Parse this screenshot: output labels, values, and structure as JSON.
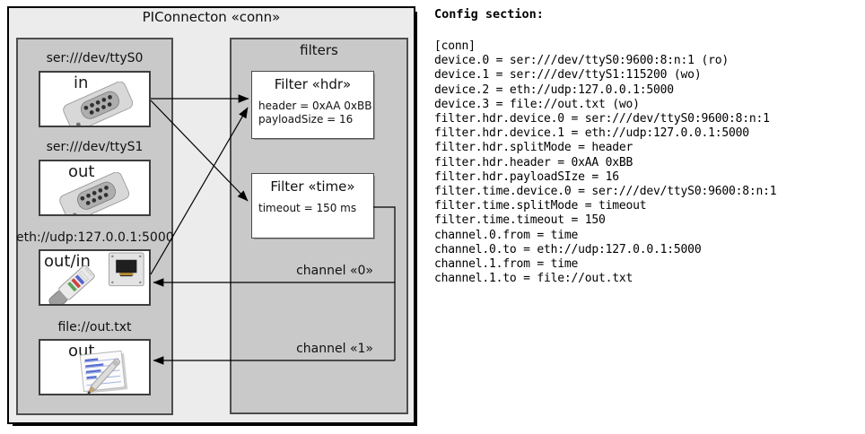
{
  "diagram": {
    "title": "PIConnecton «conn»",
    "devices_panel": {
      "devices": [
        {
          "label": "ser:///dev/ttyS0",
          "io": "in",
          "icon": "serial-connector-icon"
        },
        {
          "label": "ser:///dev/ttyS1",
          "io": "out",
          "icon": "serial-connector-icon"
        },
        {
          "label": "eth://udp:127.0.0.1:5000",
          "io": "out/in",
          "icon": "ethernet-connector-icon"
        },
        {
          "label": "file://out.txt",
          "io": "out",
          "icon": "notepad-icon"
        }
      ]
    },
    "filters_panel": {
      "title": "filters",
      "filters": [
        {
          "title": "Filter «hdr»",
          "params": "header = 0xAA 0xBB\npayloadSize = 16"
        },
        {
          "title": "Filter «time»",
          "params": "timeout = 150 ms"
        }
      ],
      "channels": [
        {
          "label": "channel «0»"
        },
        {
          "label": "channel «1»"
        }
      ]
    }
  },
  "config": {
    "heading": "Config section:",
    "lines": [
      "[conn]",
      "device.0 = ser:///dev/ttyS0:9600:8:n:1 (ro)",
      "device.1 = ser:///dev/ttyS1:115200 (wo)",
      "device.2 = eth://udp:127.0.0.1:5000",
      "device.3 = file://out.txt (wo)",
      "filter.hdr.device.0 = ser:///dev/ttyS0:9600:8:n:1",
      "filter.hdr.device.1 = eth://udp:127.0.0.1:5000",
      "filter.hdr.splitMode = header",
      "filter.hdr.header = 0xAA 0xBB",
      "filter.hdr.payloadSIze = 16",
      "filter.time.device.0 = ser:///dev/ttyS0:9600:8:n:1",
      "filter.time.splitMode = timeout",
      "filter.time.timeout = 150",
      "channel.0.from = time",
      "channel.0.to = eth://udp:127.0.0.1:5000",
      "channel.1.from = time",
      "channel.1.to = file://out.txt"
    ]
  },
  "colors": {
    "outer_bg": "#ececec",
    "panel_bg": "#c9c9c9",
    "box_bg": "#ffffff",
    "line": "#000000",
    "border_dark": "#4d4d4d"
  }
}
